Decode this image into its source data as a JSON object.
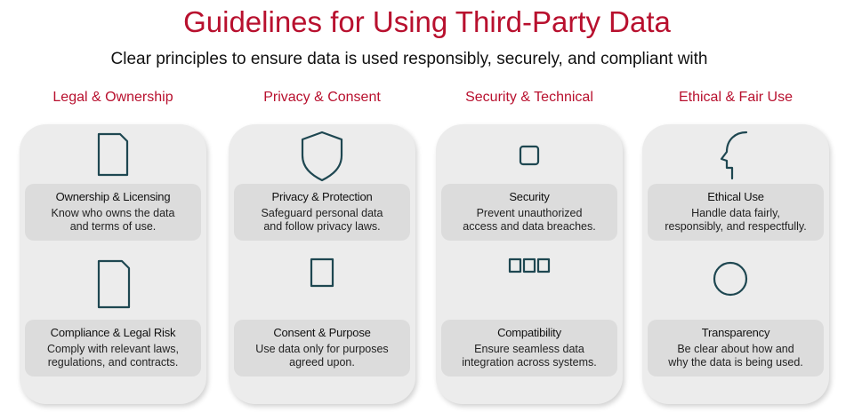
{
  "title": "Guidelines for Using Third-Party Data",
  "subtitle": "Clear principles to ensure data is used responsibly, securely, and compliant with",
  "colors": {
    "accent": "#b8102e",
    "icon": "#1e4751",
    "card": "#ececec",
    "box": "#dcdcdc"
  },
  "columns": [
    {
      "heading": "Legal & Ownership",
      "items": [
        {
          "icon": "document-shield-icon",
          "title": "Ownership & Licensing",
          "line1": "Know who owns the data",
          "line2": "and terms of use."
        },
        {
          "icon": "document-gavel-icon",
          "title": "Compliance & Legal Risk",
          "line1": "Comply with relevant laws,",
          "line2": "regulations, and contracts."
        }
      ]
    },
    {
      "heading": "Privacy & Consent",
      "items": [
        {
          "icon": "shield-check-icon",
          "title": "Privacy & Protection",
          "line1": "Safeguard personal data",
          "line2": "and follow privacy laws."
        },
        {
          "icon": "handshake-document-icon",
          "title": "Consent & Purpose",
          "line1": "Use data only for purposes",
          "line2": "agreed upon."
        }
      ]
    },
    {
      "heading": "Security & Technical",
      "items": [
        {
          "icon": "circuit-lock-icon",
          "title": "Security",
          "line1": "Prevent unauthorized",
          "line2": "access and data breaches."
        },
        {
          "icon": "data-funnel-icon",
          "title": "Compatibility",
          "line1": "Ensure seamless data",
          "line2": "integration across systems."
        }
      ]
    },
    {
      "heading": "Ethical & Fair Use",
      "items": [
        {
          "icon": "head-scales-icon",
          "title": "Ethical Use",
          "line1": "Handle data fairly,",
          "line2": "responsibly, and respectfully."
        },
        {
          "icon": "magnifier-pulse-icon",
          "title": "Transparency",
          "line1": "Be clear about how and",
          "line2": "why the data is being used."
        }
      ]
    }
  ]
}
